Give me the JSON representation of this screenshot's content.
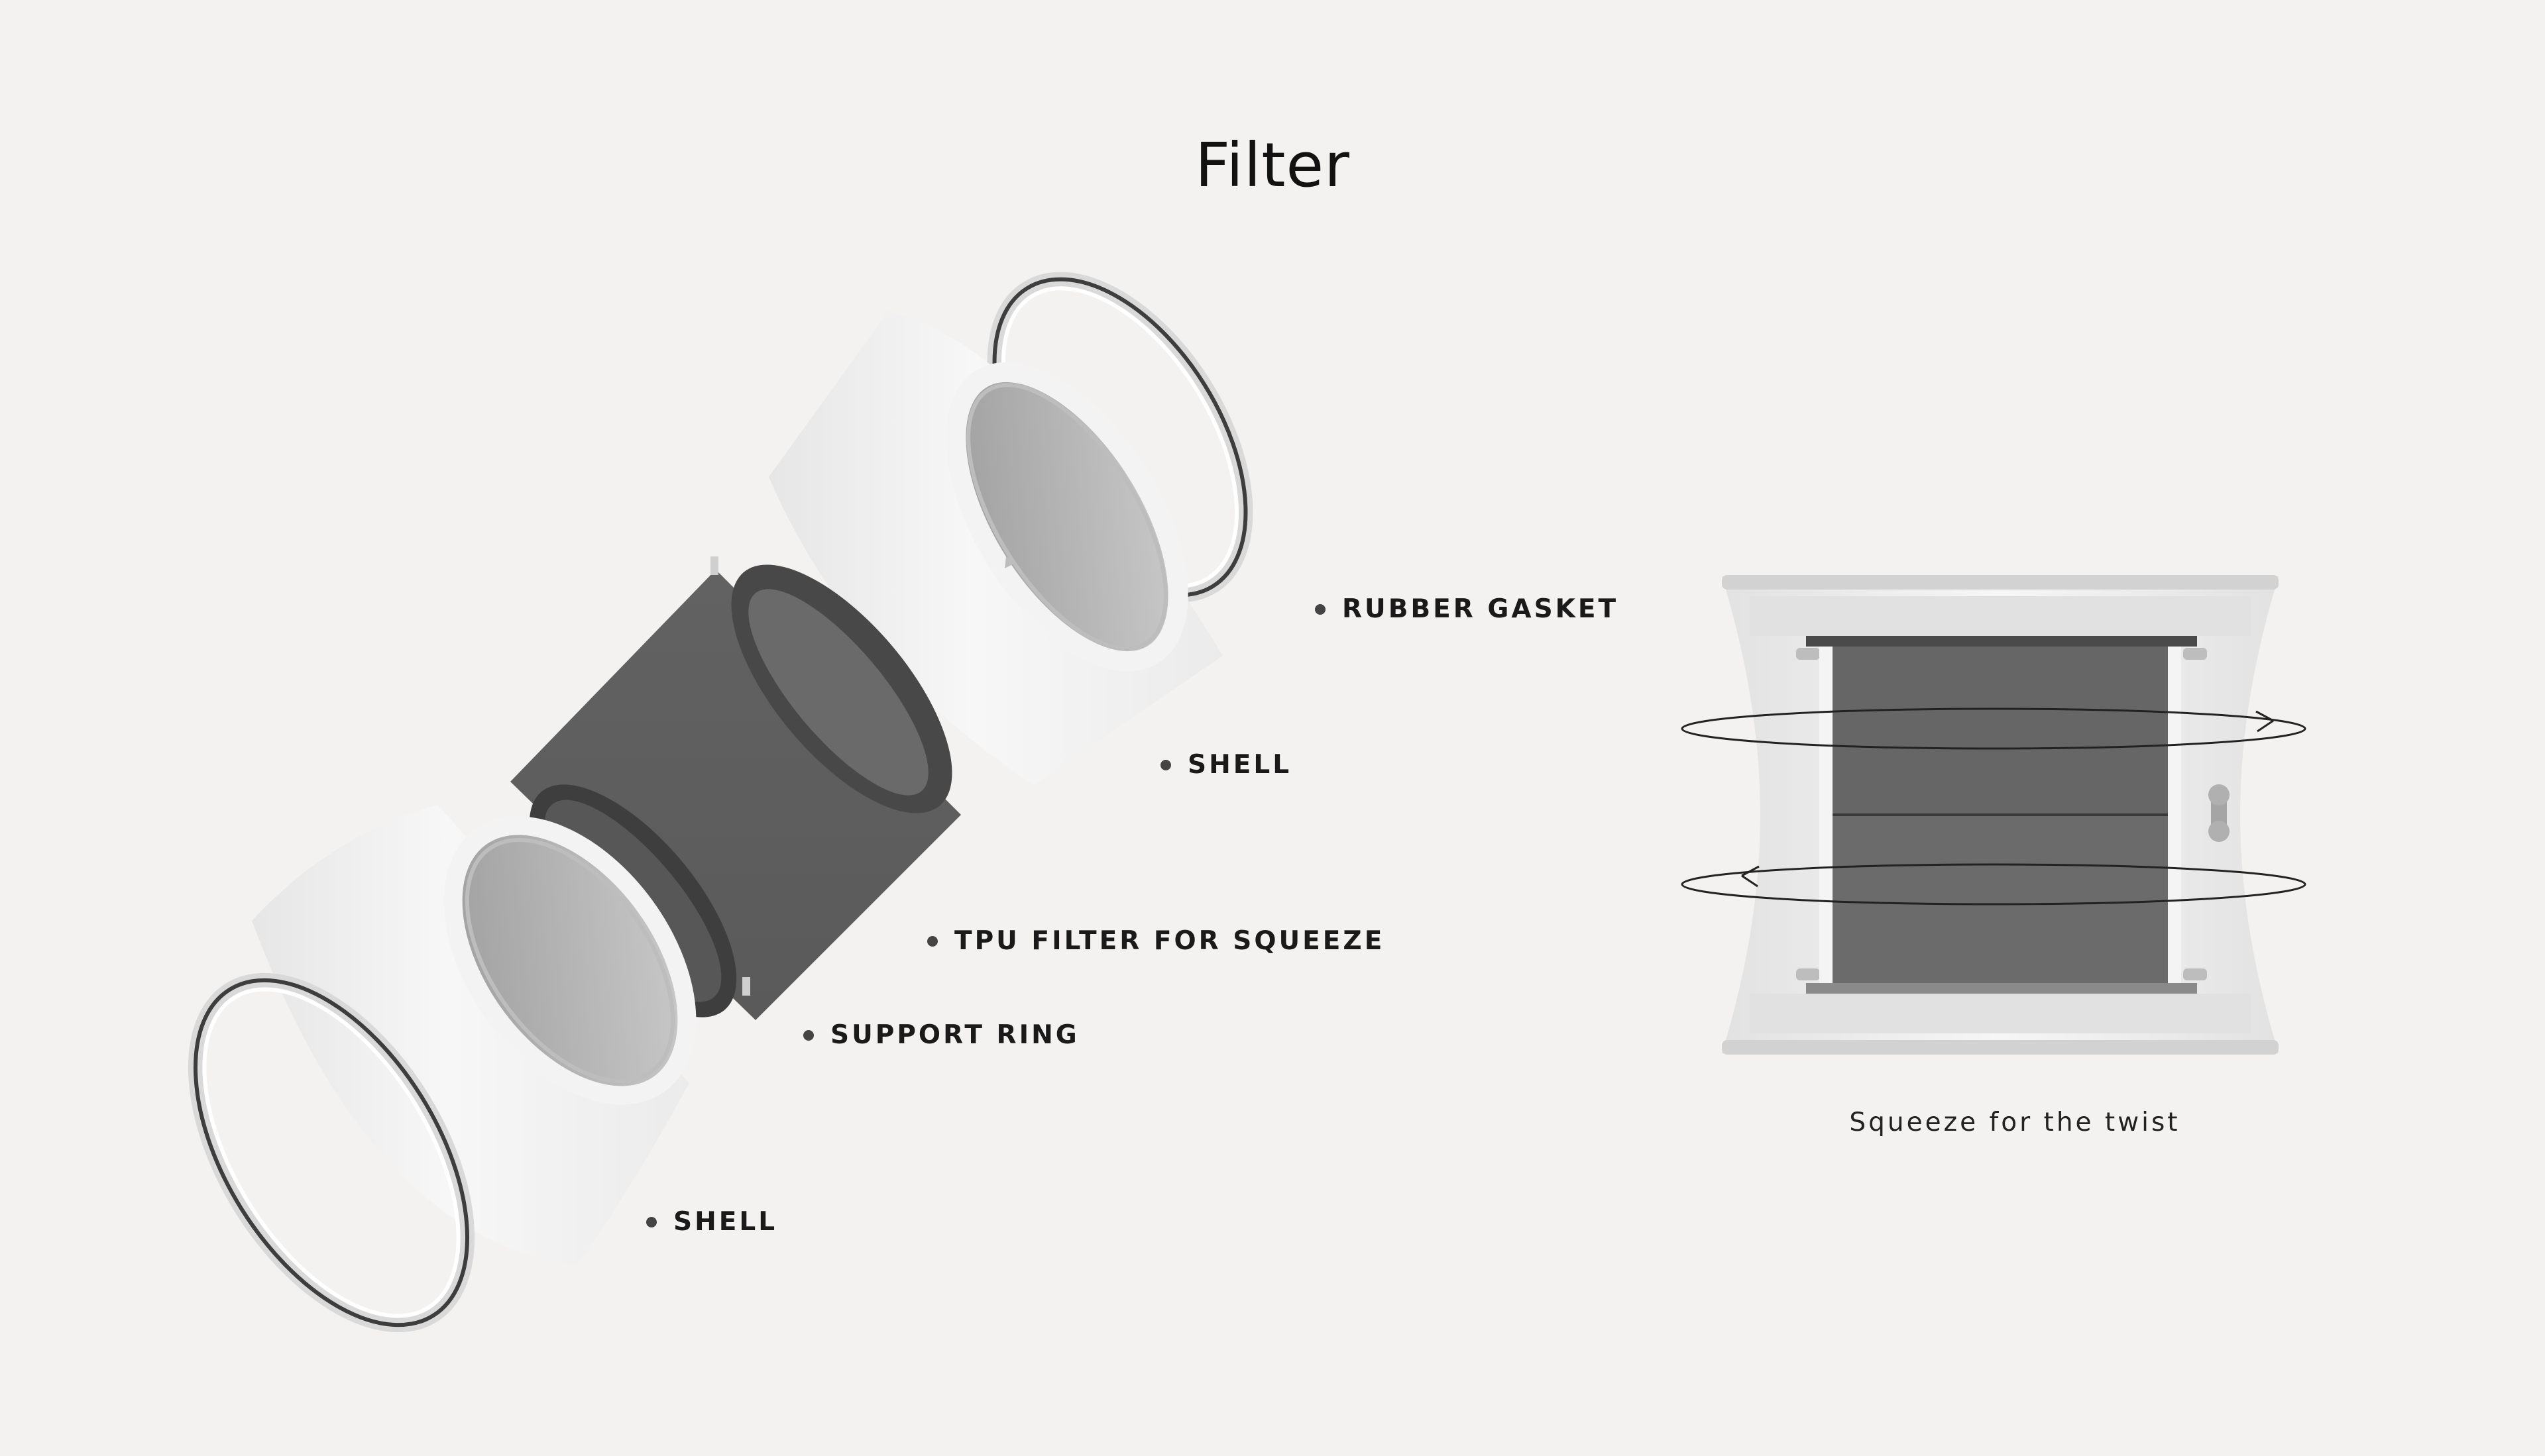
{
  "title": "Filter",
  "callouts": [
    {
      "id": "rubber-gasket",
      "label": "RUBBER GASKET"
    },
    {
      "id": "shell-top",
      "label": "SHELL"
    },
    {
      "id": "tpu-filter",
      "label": "TPU FILTER FOR SQUEEZE"
    },
    {
      "id": "support-ring",
      "label": "SUPPORT RING"
    },
    {
      "id": "shell-bottom",
      "label": "SHELL"
    }
  ],
  "caption": "Squeeze for the twist",
  "colors": {
    "background": "#f4f2f1",
    "shell": "#f2f2f2",
    "filter": "#5e5e5e",
    "dark": "#3a3a3a",
    "text": "#111111"
  }
}
